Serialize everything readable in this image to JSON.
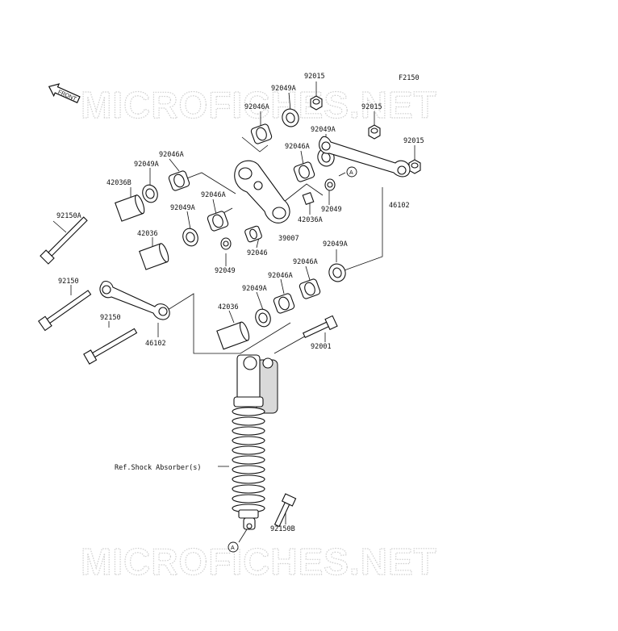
{
  "figure_code": "F2150",
  "front_tag": "FRONT",
  "watermark": "MICROFICHES.NET",
  "labels": {
    "p92015_top": "92015",
    "p92049A_top": "92049A",
    "p92046A_top": "92046A",
    "p92015_mid": "92015",
    "p92049A_r1": "92049A",
    "p92015_right": "92015",
    "p92046A_mid": "92046A",
    "p92046A_left": "92046A",
    "p92049A_left": "92049A",
    "p42036B": "42036B",
    "callout_A_top": "A",
    "p92049_r": "92049",
    "p92046A_c": "92046A",
    "p42036A": "42036A",
    "p46102_right": "46102",
    "p92049A_c": "92049A",
    "p92150A": "92150A",
    "p42036_top": "42036",
    "p39007": "39007",
    "p92046": "92046",
    "p92049A_lower": "92049A",
    "p92049": "92049",
    "p92046A_lower": "92046A",
    "p92150_1": "92150",
    "p92049A_l2": "92049A",
    "p42036_lower": "42036",
    "p92150_2": "92150",
    "p46102_left": "46102",
    "p92001": "92001",
    "ref_shock": "Ref.Shock Absorber(s)",
    "p92150B": "92150B",
    "callout_A_bottom": "A"
  }
}
